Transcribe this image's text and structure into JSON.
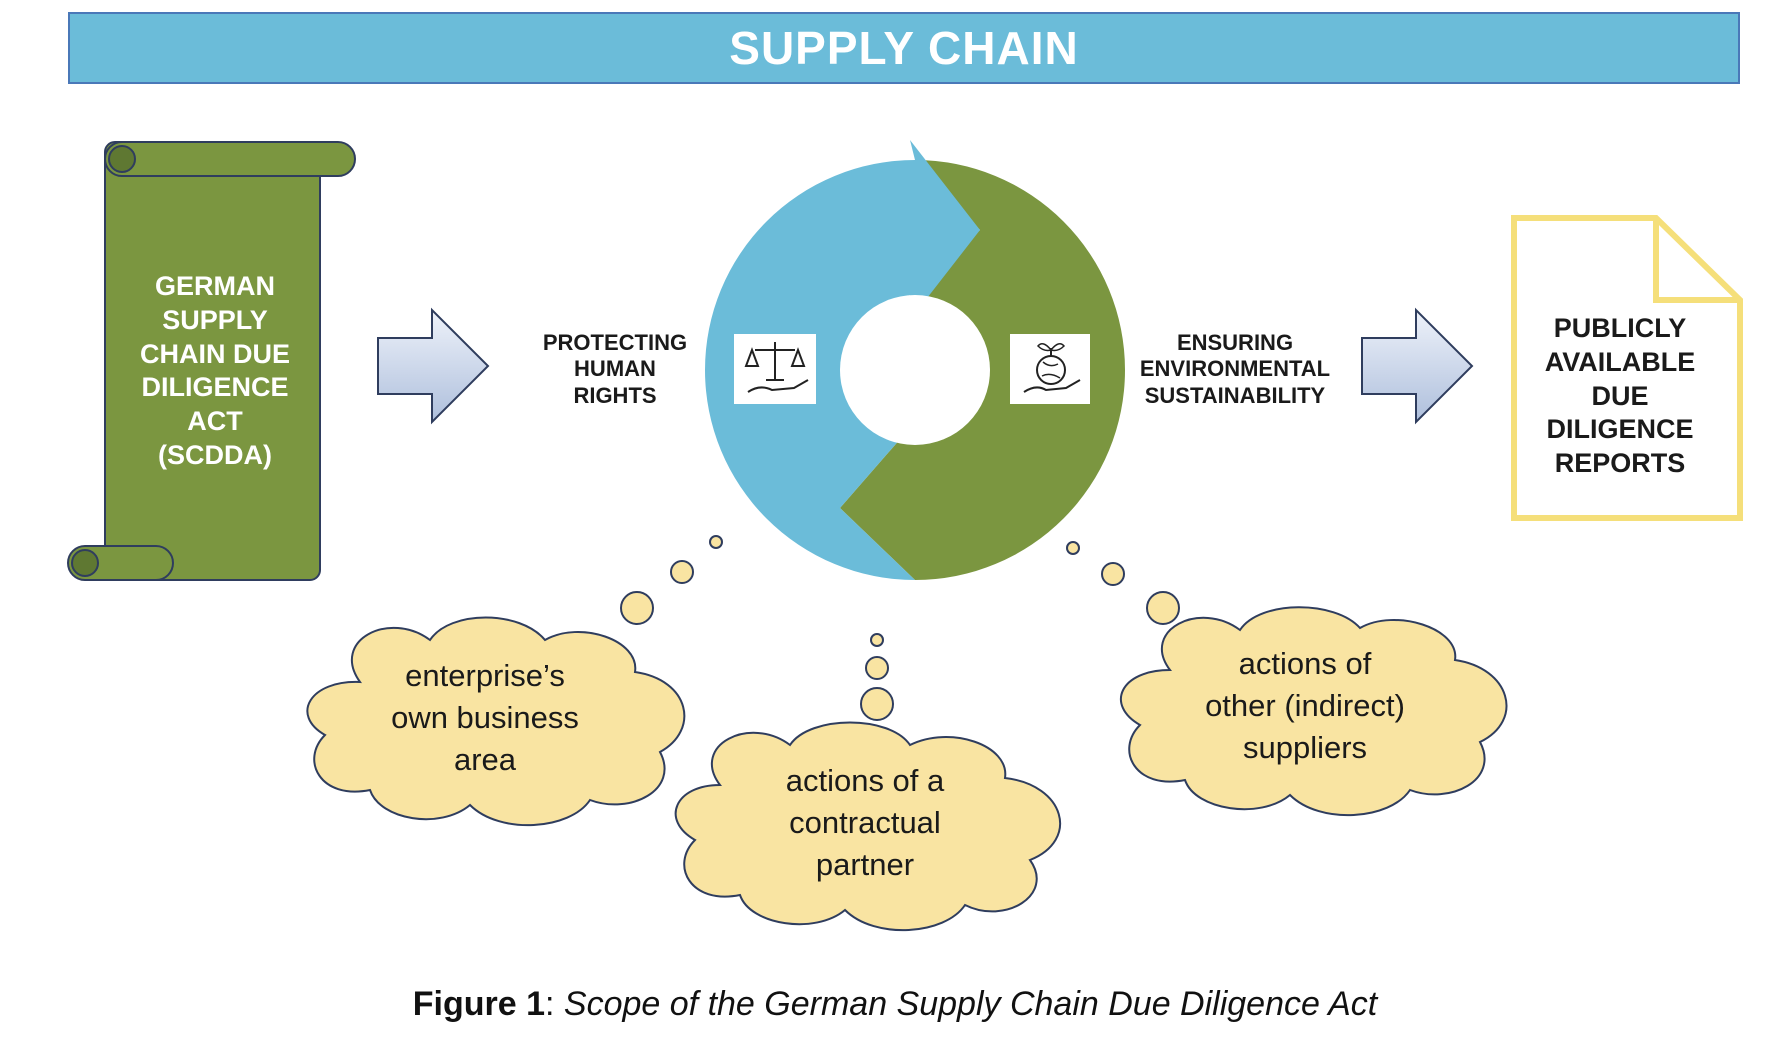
{
  "banner": {
    "title": "SUPPLY CHAIN"
  },
  "scroll": {
    "text_lines": [
      "GERMAN",
      "SUPPLY",
      "CHAIN DUE",
      "DILIGENCE",
      "ACT",
      "(SCDDA)"
    ]
  },
  "cycle": {
    "left_label_lines": [
      "PROTECTING",
      "HUMAN",
      "RIGHTS"
    ],
    "right_label_lines": [
      "ENSURING",
      "ENVIRONMENTAL",
      "SUSTAINABILITY"
    ],
    "left_icon": "scales-in-hand-icon",
    "right_icon": "globe-plant-in-hand-icon"
  },
  "document": {
    "text_lines": [
      "PUBLICLY",
      "AVAILABLE",
      "DUE",
      "DILIGENCE",
      "REPORTS"
    ]
  },
  "clouds": [
    {
      "lines": [
        "enterprise’s",
        "own business",
        "area"
      ]
    },
    {
      "lines": [
        "actions of a",
        "contractual",
        "partner"
      ]
    },
    {
      "lines": [
        "actions of",
        "other (indirect)",
        "suppliers"
      ]
    }
  ],
  "caption": {
    "label": "Figure 1",
    "separator": ": ",
    "text": "Scope of the German Supply Chain Due Diligence Act"
  },
  "colors": {
    "banner": "#6bbcd9",
    "scroll": "#7b9640",
    "cycle_blue": "#6bbcd9",
    "cycle_green": "#7b9640",
    "arrow_fill": "#c9d6ea",
    "document_border": "#f5df7a",
    "cloud_fill": "#f9e4a2"
  }
}
